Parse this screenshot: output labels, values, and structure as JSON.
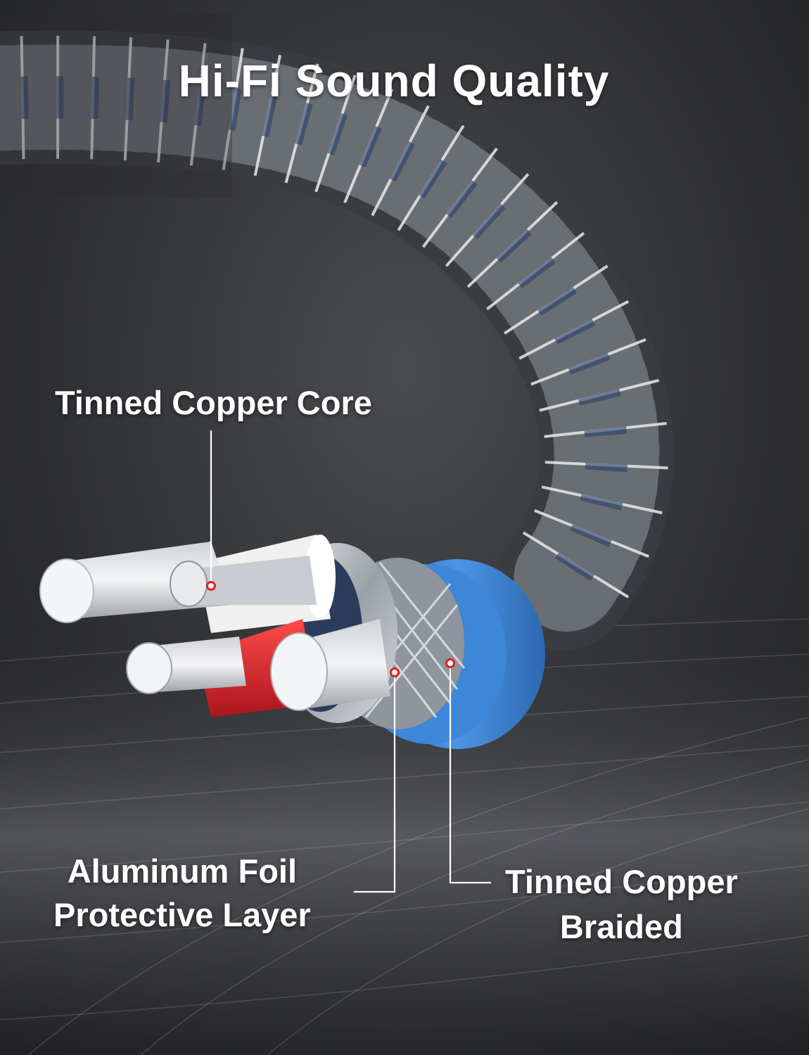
{
  "title": "Hi-Fi Sound Quality",
  "labels": {
    "core": "Tinned Copper Core",
    "foil_line1": "Aluminum Foil",
    "foil_line2": "Protective Layer",
    "braid_line1": "Tinned Copper",
    "braid_line2": "Braided"
  },
  "colors": {
    "background": "#2a2b2e",
    "jacket_blue": "#3d86d8",
    "insulation_red": "#d8262b",
    "insulation_white": "#f2f2f2",
    "marker_red": "#e02020"
  }
}
